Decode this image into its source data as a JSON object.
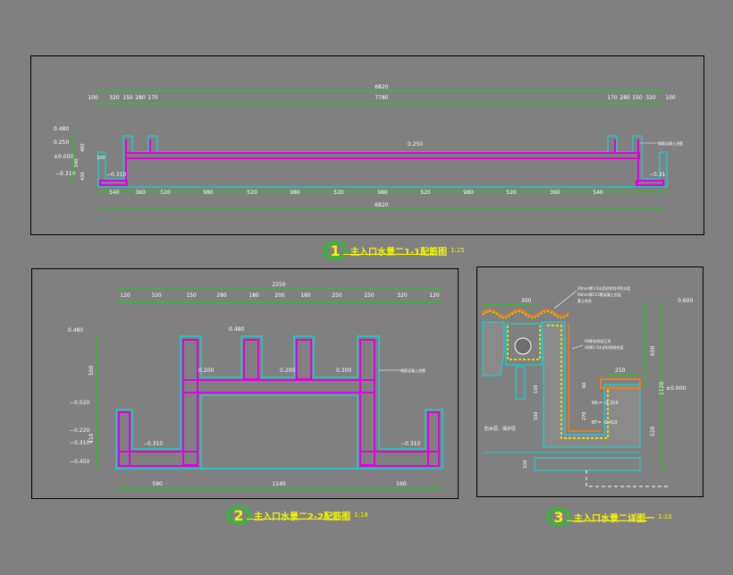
{
  "colors": {
    "background": "#808080",
    "dimension": "#00e000",
    "text": "#ffffff",
    "title": "#f5f500",
    "rebar": "#e000e0",
    "concrete": "#00e0e0",
    "label": "#f0f0f0",
    "orange": "#ff8000"
  },
  "drawing1": {
    "overall_top": "6820",
    "top_segments": [
      "100",
      "320",
      "150",
      "280",
      "170",
      "7780",
      "170",
      "280",
      "150",
      "320",
      "100"
    ],
    "bottom_segments": [
      "540",
      "360",
      "520",
      "980",
      "520",
      "980",
      "520",
      "980",
      "520",
      "980",
      "520",
      "360",
      "540"
    ],
    "overall_bottom": "6820",
    "left_levels": [
      "0.480",
      "0.250",
      "±0.000",
      "−0.310"
    ],
    "left_dims": [
      "480",
      "100",
      "540",
      "430"
    ],
    "water_level_label": "0.250",
    "left_water_label": "−0.310",
    "right_water_label": "−0.31",
    "annotation": "钢筋混凝土池壁",
    "caption_number": "1",
    "caption_title": "主入口水景二1-1配筋图",
    "caption_scale": "1:25"
  },
  "drawing2": {
    "overall_top": "2250",
    "top_segments": [
      "120",
      "320",
      "150",
      "280",
      "180",
      "200",
      "160",
      "250",
      "150",
      "320",
      "120"
    ],
    "top_level": "0.480",
    "levels_left": [
      "0.480",
      "−0.020",
      "−0.220",
      "−0.310",
      "−0.450"
    ],
    "left_dims": [
      "500",
      "410"
    ],
    "step_labels": [
      "0.200",
      "0.200",
      "0.300"
    ],
    "bottom_left_label": "−0.310",
    "bottom_right_label": "−0.310",
    "bottom_segments": [
      "580",
      "1140",
      "560"
    ],
    "annotation": "钢筋混凝土池壁",
    "caption_number": "2",
    "caption_title": "主入口水景二2-2配筋图",
    "caption_scale": "1:18"
  },
  "drawing3": {
    "top_dim": "300",
    "right_level_top": "0.600",
    "right_level_mid": "±0.000",
    "right_dims": [
      "600",
      "1120",
      "520"
    ],
    "notes_top": [
      "20mm厚1:2水泥砂浆找平防水层",
      "50mm厚C15素混凝土垫层",
      "素土夯实"
    ],
    "notes_mid": [
      "60厚花岗岩压顶",
      "30厚1:3水泥砂浆结合层"
    ],
    "side_dims": [
      "270",
      "100",
      "60",
      "100"
    ],
    "inner_labels": [
      "WL= -0.310",
      "BT= -0.410"
    ],
    "small_dim": "250",
    "bottom_left_note": "防水层、保护层",
    "bottom_dim": "100",
    "caption_number": "3",
    "caption_title": "主入口水景二详图一",
    "caption_scale": "1:10"
  }
}
